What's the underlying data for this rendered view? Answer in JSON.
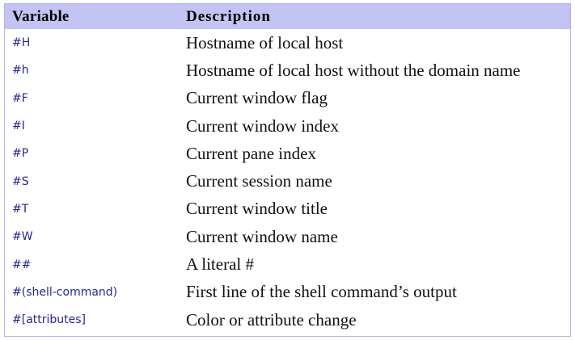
{
  "table": {
    "headers": {
      "variable": "Variable",
      "description": "Description"
    },
    "rows": [
      {
        "variable": "#H",
        "description": "Hostname of local host"
      },
      {
        "variable": "#h",
        "description": "Hostname of local host without the domain name"
      },
      {
        "variable": "#F",
        "description": "Current window flag"
      },
      {
        "variable": "#I",
        "description": "Current window index"
      },
      {
        "variable": "#P",
        "description": "Current pane index"
      },
      {
        "variable": "#S",
        "description": "Current session name"
      },
      {
        "variable": "#T",
        "description": "Current window title"
      },
      {
        "variable": "#W",
        "description": "Current window name"
      },
      {
        "variable": "##",
        "description": "A literal #"
      },
      {
        "variable": "#(shell-command)",
        "description": "First line of the shell command’s output"
      },
      {
        "variable": "#[attributes]",
        "description": "Color or attribute change"
      }
    ]
  },
  "colors": {
    "header_bg": "#c4c4f4",
    "border": "#b4b4e0",
    "variable_text": "#28288c"
  }
}
